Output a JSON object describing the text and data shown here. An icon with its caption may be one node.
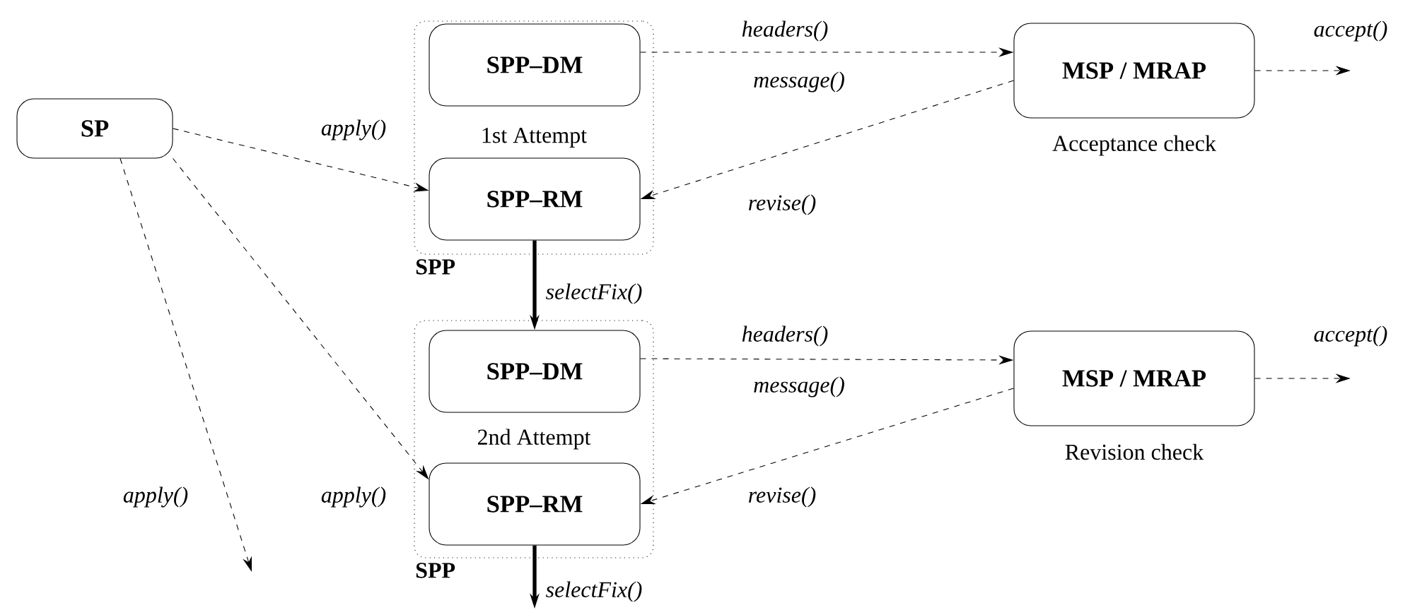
{
  "diagram": {
    "nodes": [
      {
        "text": [
          "SP"
        ]
      },
      {
        "text": [
          "1st Attempt",
          "SPP"
        ]
      },
      {
        "text": [
          "SPP–DM"
        ],
        "in": 1
      },
      {
        "text": [
          "SPP–RM"
        ],
        "in": 1
      },
      {
        "text": [
          "MSP / MRAP"
        ],
        "beside": [
          "Acceptance check"
        ]
      },
      {
        "text": [
          "2nd Attempt",
          "SPP"
        ]
      },
      {
        "text": [
          "SPP–DM"
        ],
        "in": 5
      },
      {
        "text": [
          "SPP–RM"
        ],
        "in": 5
      },
      {
        "text": [
          "MSP / MRAP"
        ],
        "beside": [
          "Revision check"
        ]
      }
    ],
    "edges": [
      {
        "from": 0,
        "to": 3,
        "arrow": "to",
        "label": "apply()",
        "style": "dashed"
      },
      {
        "from": 0,
        "to": null,
        "arrow": "to",
        "label": "apply()",
        "style": "dashed"
      },
      {
        "from": 0,
        "to": 7,
        "arrow": "to",
        "label": "apply()",
        "style": "dashed"
      },
      {
        "from": 2,
        "to": 4,
        "arrow": "to",
        "label": "headers()",
        "style": "dashed"
      },
      {
        "from": 4,
        "to": null,
        "arrow": "to",
        "label": "accept()",
        "style": "dashed"
      },
      {
        "from": 4,
        "to": 3,
        "arrow": "to",
        "label": "revise()",
        "style": "dashed"
      },
      {
        "from": 3,
        "to": 6,
        "arrow": "to",
        "label": "selectFix()",
        "style": "thick"
      },
      {
        "from": 6,
        "to": 8,
        "arrow": "to",
        "label": "headers()",
        "style": "dashed"
      },
      {
        "from": 8,
        "to": null,
        "arrow": "to",
        "label": "accept()",
        "style": "dashed"
      },
      {
        "from": 8,
        "to": 7,
        "arrow": "to",
        "label": "revise()",
        "style": "dashed"
      },
      {
        "from": 7,
        "to": null,
        "arrow": "to",
        "label": "selectFix()",
        "style": "thick"
      }
    ],
    "labels": [
      "message()",
      "message()"
    ]
  }
}
